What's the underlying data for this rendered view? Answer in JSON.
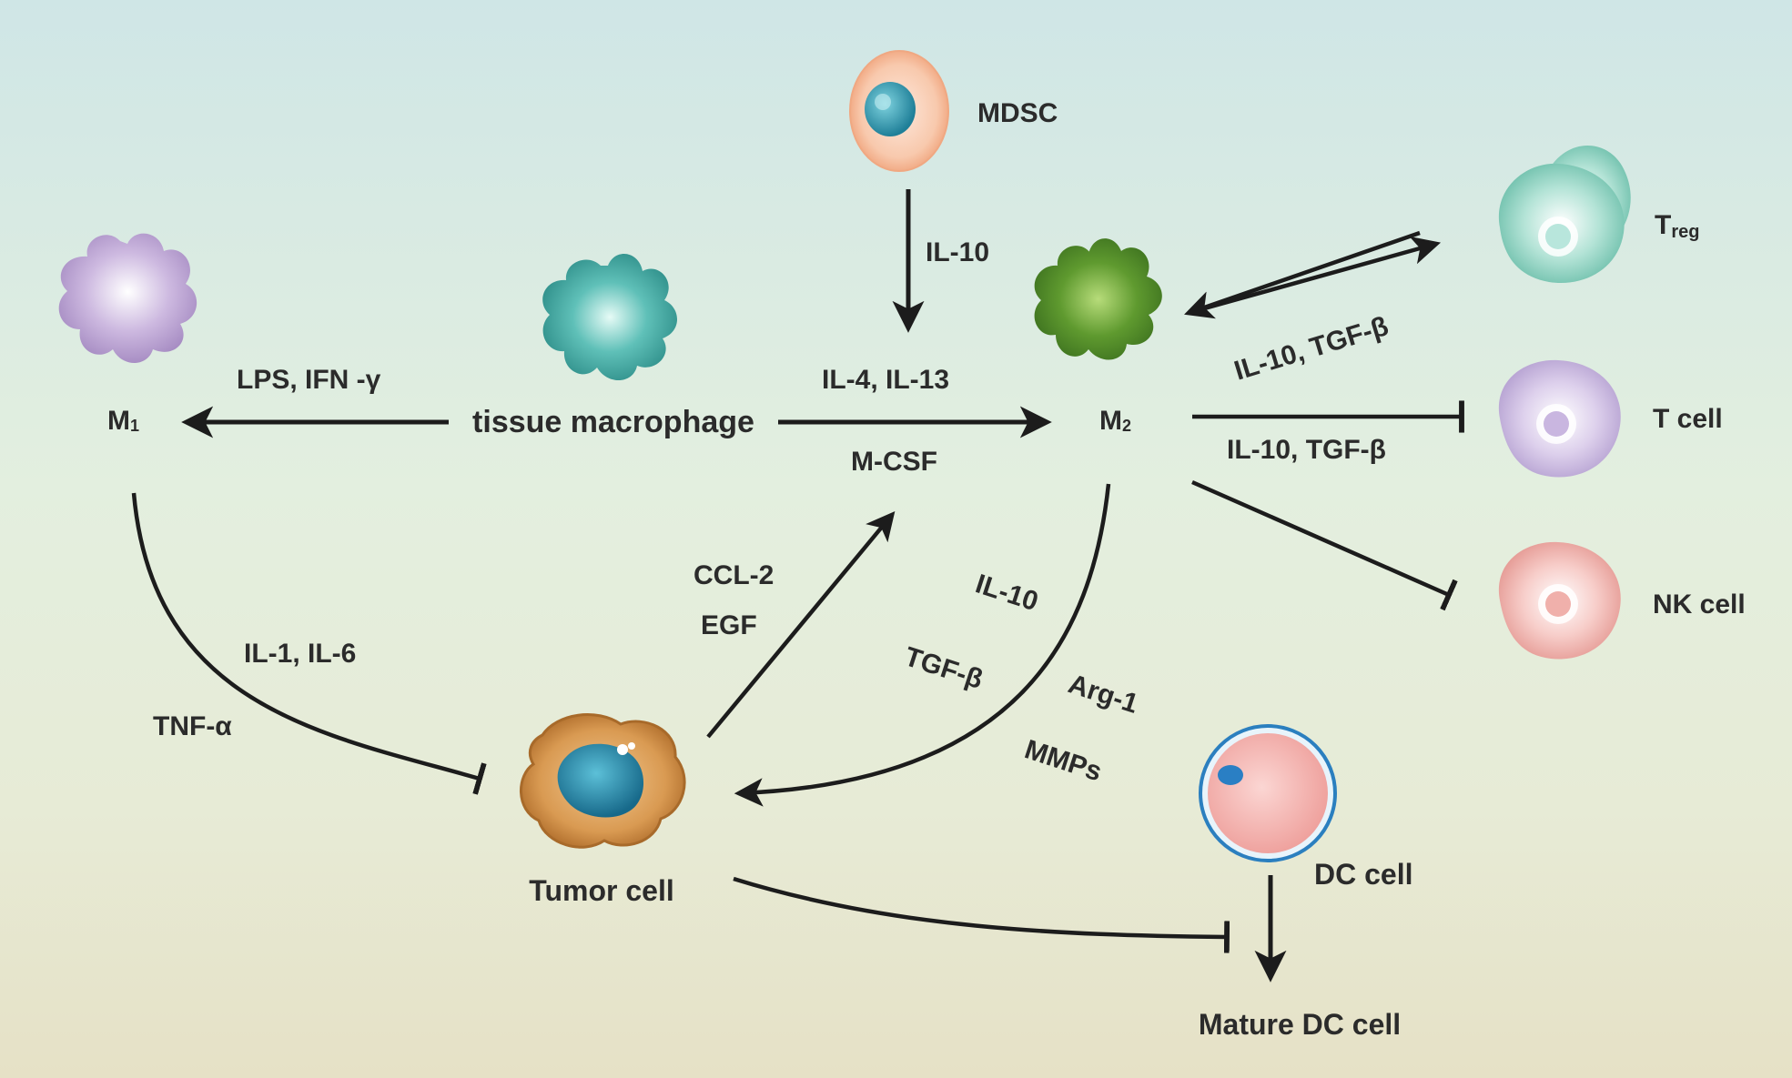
{
  "cells": {
    "m1": "M",
    "m1_sub": "1",
    "m2": "M",
    "m2_sub": "2",
    "tissue_macrophage": "tissue macrophage",
    "mdsc": "MDSC",
    "treg": "T",
    "treg_sub": "reg",
    "t_cell": "T cell",
    "nk_cell": "NK cell",
    "tumor_cell": "Tumor cell",
    "dc_cell": "DC cell",
    "mature_dc_cell": "Mature DC cell"
  },
  "signals": {
    "lps_ifn": "LPS, IFN -γ",
    "il4_il13": "IL-4, IL-13",
    "mcsf": "M-CSF",
    "mdsc_il10": "IL-10",
    "treg_il10_tgfb": "IL-10, TGF-β",
    "tcell_il10_tgfb": "IL-10, TGF-β",
    "il1_il6": "IL-1, IL-6",
    "tnfa": "TNF-α",
    "ccl2": "CCL-2",
    "egf": "EGF",
    "m2_il10": "IL-10",
    "m2_tgfb": "TGF-β",
    "arg1": "Arg-1",
    "mmps": "MMPs"
  },
  "colors": {
    "arrow": "#1c1c1c",
    "m1_cell": "#b9a4cf",
    "tissue_macrophage_cell": "#4fb3ae",
    "m2_cell": "#6aa03a",
    "mdsc_cell": "#f6c6a8",
    "treg_cell": "#8fd0c0",
    "t_cell": "#cdbde2",
    "nk_cell": "#f3b8b3",
    "tumor_cell": "#d89a55",
    "dc_cell": "#f2b3b0"
  }
}
